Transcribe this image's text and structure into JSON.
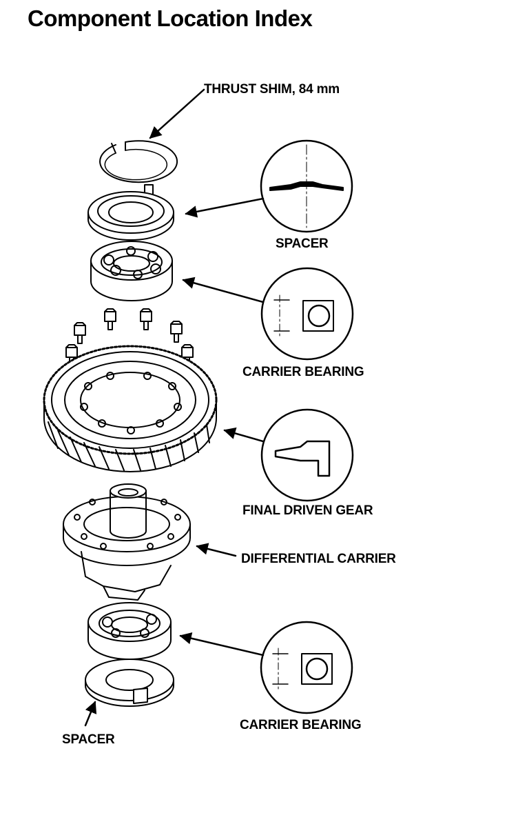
{
  "title": "Component Location Index",
  "labels": {
    "thrust_shim": "THRUST SHIM, 84 mm",
    "spacer_top": "SPACER",
    "carrier_bearing_top": "CARRIER BEARING",
    "final_driven_gear": "FINAL DRIVEN GEAR",
    "differential_carrier": "DIFFERENTIAL CARRIER",
    "carrier_bearing_bottom": "CARRIER BEARING",
    "spacer_bottom": "SPACER"
  },
  "colors": {
    "ink": "#000000",
    "paper": "#ffffff"
  }
}
